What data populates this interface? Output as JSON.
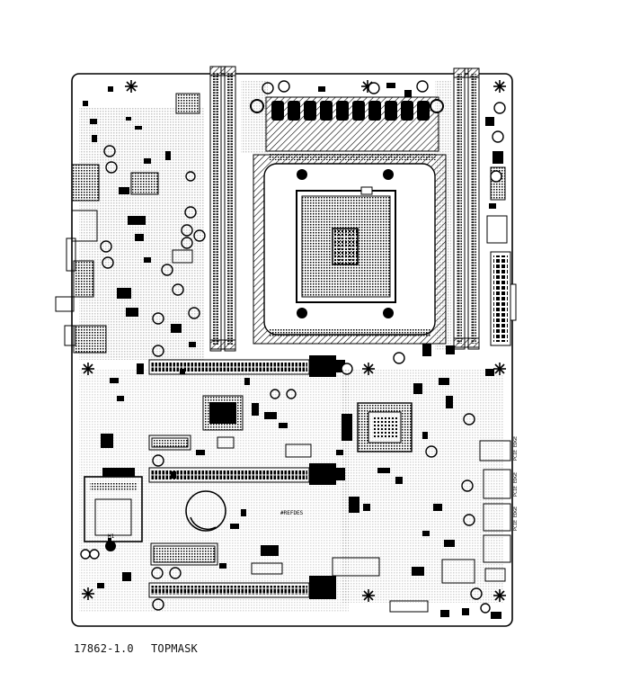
{
  "caption": {
    "revision": "17862-1.0",
    "layer": "TOPMASK"
  },
  "labels": {
    "mounting_hole": "H1",
    "ref_des": "#REFDES",
    "pcie_edge_1": "PCIE EDGE",
    "pcie_edge_2": "PCIE EDGE",
    "pcie_edge_3": "PCIE EDGE"
  },
  "colors": {
    "ink": "#000000",
    "paper": "#ffffff",
    "hatch": "#555555"
  }
}
